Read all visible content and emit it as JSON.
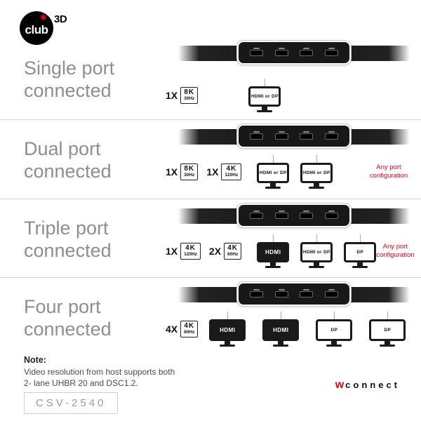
{
  "logo": {
    "text": "club",
    "sup": "3D",
    "star": "✱"
  },
  "sections": [
    {
      "title": "Single port connected",
      "badges": [
        {
          "count": "1X",
          "res": "8K",
          "hz": "30Hz"
        }
      ],
      "monitors": [
        {
          "label": "HDMI or DP"
        }
      ],
      "note": ""
    },
    {
      "title": "Dual port connected",
      "badges": [
        {
          "count": "1X",
          "res": "8K",
          "hz": "30Hz"
        },
        {
          "count": "1X",
          "res": "4K",
          "hz": "120Hz"
        }
      ],
      "monitors": [
        {
          "label": "HDMI or DP"
        },
        {
          "label": "HDMI or DP"
        }
      ],
      "note": "Any port configuration"
    },
    {
      "title": "Triple port connected",
      "badges": [
        {
          "count": "1X",
          "res": "4K",
          "hz": "120Hz"
        },
        {
          "count": "2X",
          "res": "4K",
          "hz": "60Hz"
        }
      ],
      "monitors": [
        {
          "label": "HDMI"
        },
        {
          "label": "HDMI or DP"
        },
        {
          "label": "DP"
        }
      ],
      "note": "Any port configuration"
    },
    {
      "title": "Four port connected",
      "badges": [
        {
          "count": "4X",
          "res": "4K",
          "hz": "60Hz"
        }
      ],
      "monitors": [
        {
          "label": "HDMI"
        },
        {
          "label": "HDMI"
        },
        {
          "label": "DP"
        },
        {
          "label": "DP"
        }
      ],
      "note": ""
    }
  ],
  "footer": {
    "note_title": "Note:",
    "note_line1": "Video resolution from host supports both",
    "note_line2": "2- lane UHBR 20 and DSC1.2.",
    "model": "CSV-2540",
    "brand_prefix": "w",
    "brand_name": "connect"
  },
  "colors": {
    "accent_red": "#e2001a",
    "heading_gray": "#8e8e8e"
  }
}
